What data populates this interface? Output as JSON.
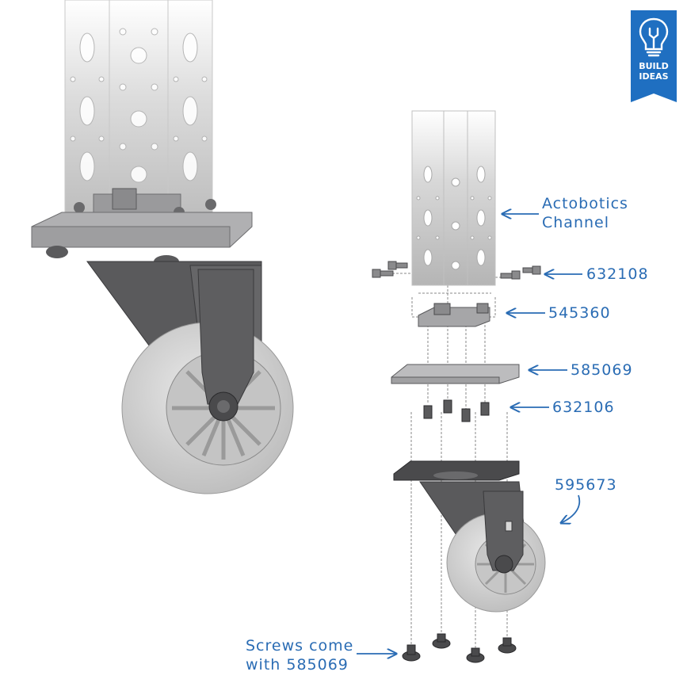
{
  "badge": {
    "line1": "BUILD",
    "line2": "IDEAS",
    "icon": "lightbulb-wrench-icon",
    "color": "#1f6fc1"
  },
  "callouts": {
    "channel_line1": "Actobotics",
    "channel_line2": "Channel",
    "part_632108": "632108",
    "part_545360": "545360",
    "part_585069": "585069",
    "part_632106": "632106",
    "part_595673": "595673",
    "screws_line1": "Screws come",
    "screws_line2": "with 585069"
  },
  "colors": {
    "callout_text": "#2a6cb4",
    "callout_arrow": "#2a6cb4",
    "part_dark": "#4a4a4c",
    "part_light": "#b8b8ba",
    "wheel": "#d2d2d2"
  }
}
